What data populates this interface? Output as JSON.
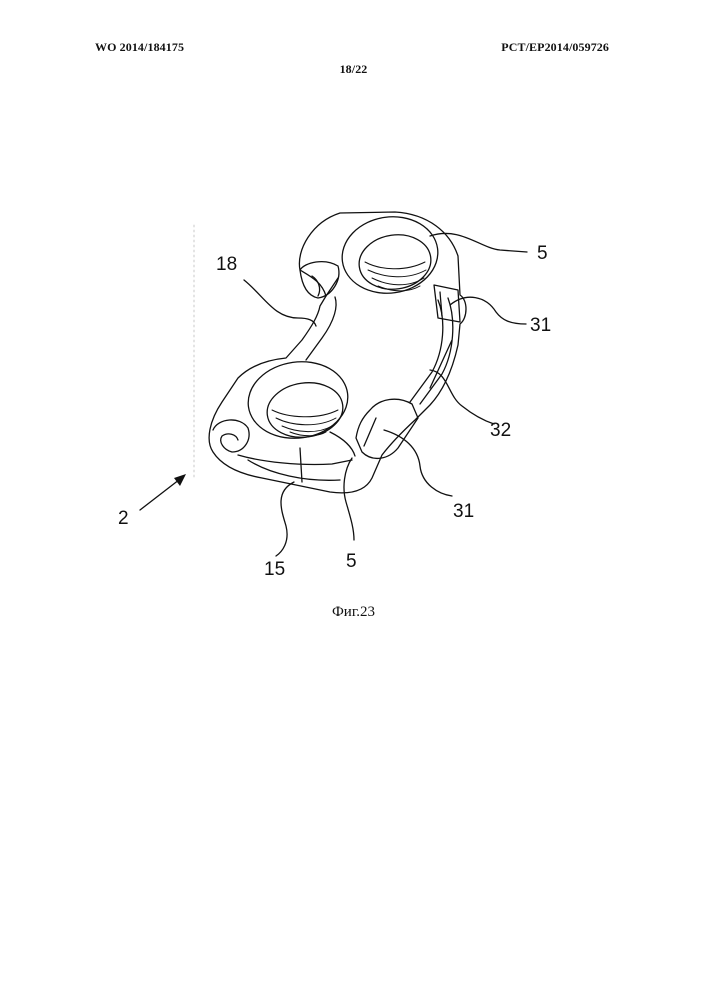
{
  "header": {
    "publication_number": "WO 2014/184175",
    "application_number": "PCT/EP2014/059726",
    "sheet": "18/22"
  },
  "figure": {
    "caption": "Фиг.23",
    "reference_numerals": {
      "top_hole": "5",
      "top_tab": "31",
      "side": "32",
      "bottom_tab": "31",
      "bottom_hole": "5",
      "edge": "15",
      "assembly": "2",
      "web": "18"
    }
  }
}
